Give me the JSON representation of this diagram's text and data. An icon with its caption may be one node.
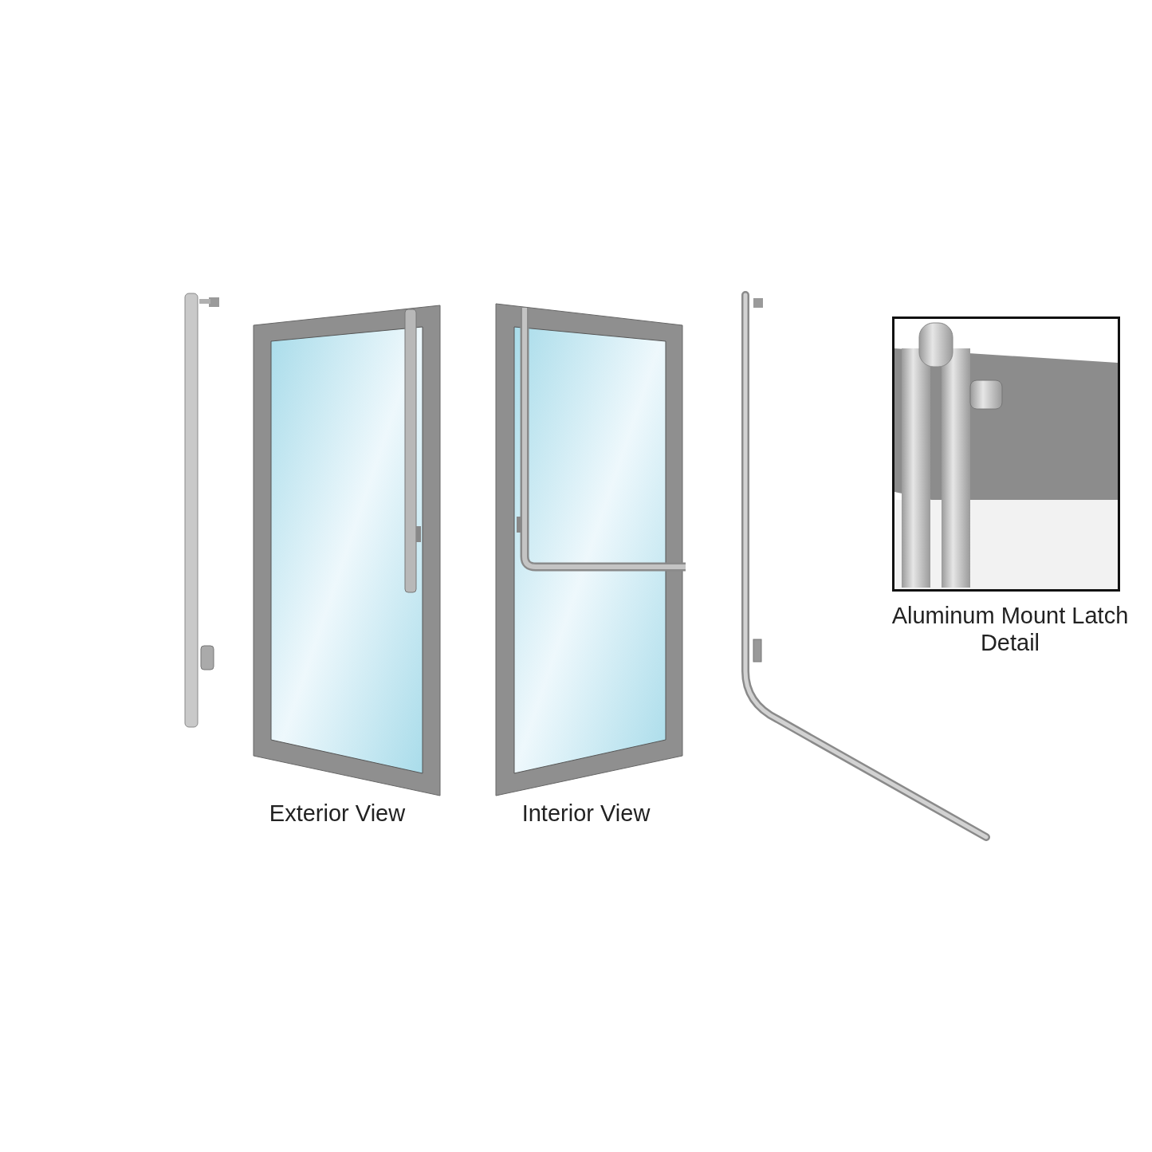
{
  "diagram": {
    "labels": [
      "Exterior View",
      "Interior View",
      "Aluminum Mount Latch Detail"
    ]
  }
}
